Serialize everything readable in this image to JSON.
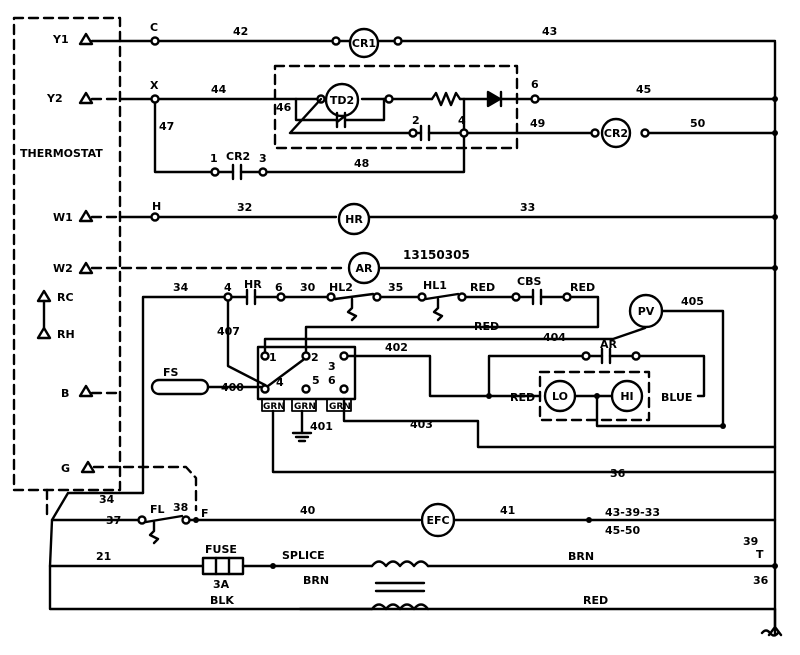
{
  "thermostat": {
    "title": "THERMOSTAT",
    "terminals": [
      "Y1",
      "Y2",
      "W1",
      "W2",
      "RC",
      "RH",
      "B",
      "G"
    ]
  },
  "nodes": {
    "c": "C",
    "x": "X",
    "h": "H",
    "f": "F",
    "t": "T"
  },
  "devices": {
    "cr1": "CR1",
    "td2": "TD2",
    "cr2": "CR2",
    "hr": "HR",
    "ar": "AR",
    "pv": "PV",
    "lo": "LO",
    "hi": "HI",
    "efc": "EFC",
    "fs": "FS",
    "fl": "FL",
    "fuse": "FUSE",
    "fuse_rating": "3A",
    "hl1": "HL1",
    "hl2": "HL2",
    "cbs": "CBS",
    "ar_contact": "AR",
    "cr2_contact": "CR2",
    "hr_contact": "HR"
  },
  "wires": {
    "w42": "42",
    "w43": "43",
    "w44": "44",
    "w45": "45",
    "w46": "46",
    "w47": "47",
    "w48": "48",
    "w49": "49",
    "w50": "50",
    "w32": "32",
    "w33": "33",
    "w34a": "34",
    "w34b": "34",
    "w30": "30",
    "w35": "35",
    "w405": "405",
    "w404": "404",
    "w407": "407",
    "w400": "400",
    "w402": "402",
    "w401": "401",
    "w403": "403",
    "w36a": "36",
    "w36b": "36",
    "w37": "37",
    "w38": "38",
    "w40": "40",
    "w41": "41",
    "w21": "21",
    "w39": "39",
    "junction_top": "43-39-33",
    "junction_bottom": "45-50",
    "w6a": "6",
    "w6b": "6"
  },
  "pins": {
    "td2_2": "2",
    "td2_4": "4",
    "cr2c_1": "1",
    "cr2c_3": "3",
    "p4": "4",
    "b1": "1",
    "b2": "2",
    "b3": "3",
    "b4": "4",
    "b5": "5",
    "b6": "6",
    "grn1": "GRN",
    "grn2": "GRN",
    "grn3": "GRN"
  },
  "colors": {
    "red1": "RED",
    "red2": "RED",
    "red3": "RED",
    "red4": "RED",
    "red5": "RED",
    "blue": "BLUE",
    "brn1": "BRN",
    "brn2": "BRN",
    "blk": "BLK"
  },
  "misc": {
    "part_no": "13150305",
    "splice": "SPLICE"
  }
}
